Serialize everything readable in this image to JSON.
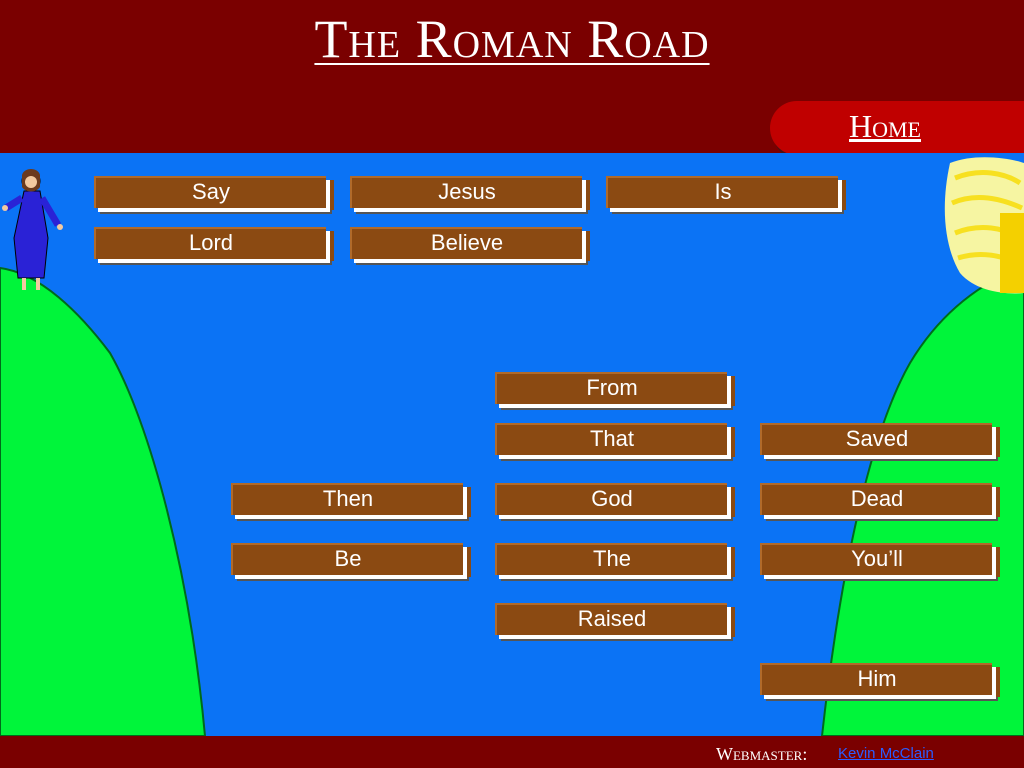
{
  "header": {
    "title": "The Roman Road",
    "home_label": "Home"
  },
  "word_planks": [
    {
      "label": "Say"
    },
    {
      "label": "Jesus"
    },
    {
      "label": "Is"
    },
    {
      "label": "Lord"
    },
    {
      "label": "Believe"
    },
    {
      "label": "From"
    },
    {
      "label": "That"
    },
    {
      "label": "Saved"
    },
    {
      "label": "Then"
    },
    {
      "label": "God"
    },
    {
      "label": "Dead"
    },
    {
      "label": "Be"
    },
    {
      "label": "The"
    },
    {
      "label": "You’ll"
    },
    {
      "label": "Raised"
    },
    {
      "label": "Him"
    }
  ],
  "footer": {
    "webmaster_label": "Webmaster:",
    "webmaster_name": "Kevin McClain"
  },
  "colors": {
    "banner": "#7a0000",
    "home_tab": "#c00000",
    "river": "#0b73f5",
    "hill": "#00f53a",
    "plank": "#8b4a12",
    "link": "#2b5cff"
  },
  "icons": {
    "figure": "jesus-figure-icon",
    "tree": "tree-icon"
  }
}
